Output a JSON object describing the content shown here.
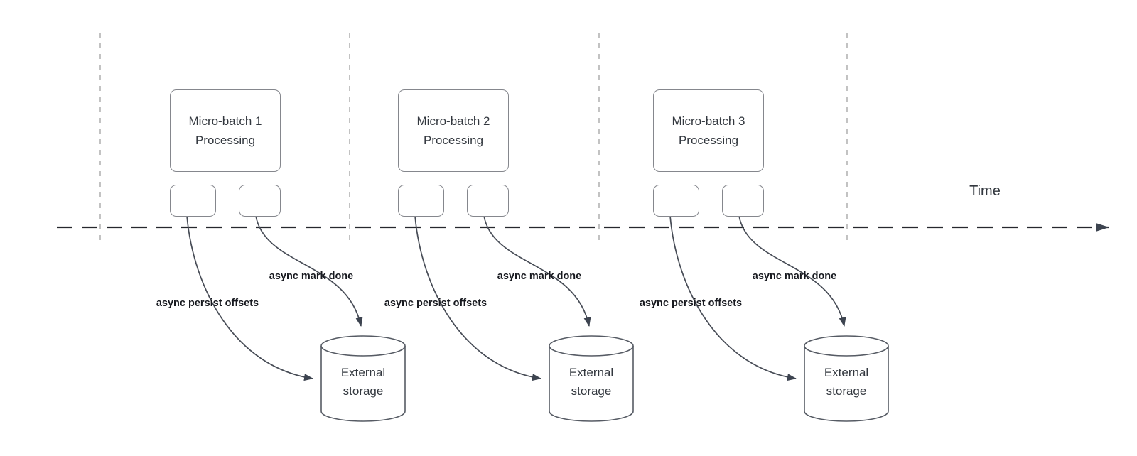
{
  "time_label": "Time",
  "batches": [
    {
      "title": "Micro-batch 1 Processing",
      "persist_label": "async persist offsets",
      "done_label": "async mark done",
      "storage_label": "External storage"
    },
    {
      "title": "Micro-batch 2 Processing",
      "persist_label": "async persist offsets",
      "done_label": "async mark done",
      "storage_label": "External storage"
    },
    {
      "title": "Micro-batch 3 Processing",
      "persist_label": "async persist offsets",
      "done_label": "async mark done",
      "storage_label": "External storage"
    }
  ],
  "colors": {
    "timeline": "#26282e",
    "guide_line": "#b4b4b4",
    "shape_stroke": "#85878d",
    "cylinder_stroke": "#565b64",
    "arrow_stroke": "#474c56",
    "arrowhead_fill": "#3d4450",
    "box_text": "#33383f",
    "label_text": "#17191f"
  }
}
